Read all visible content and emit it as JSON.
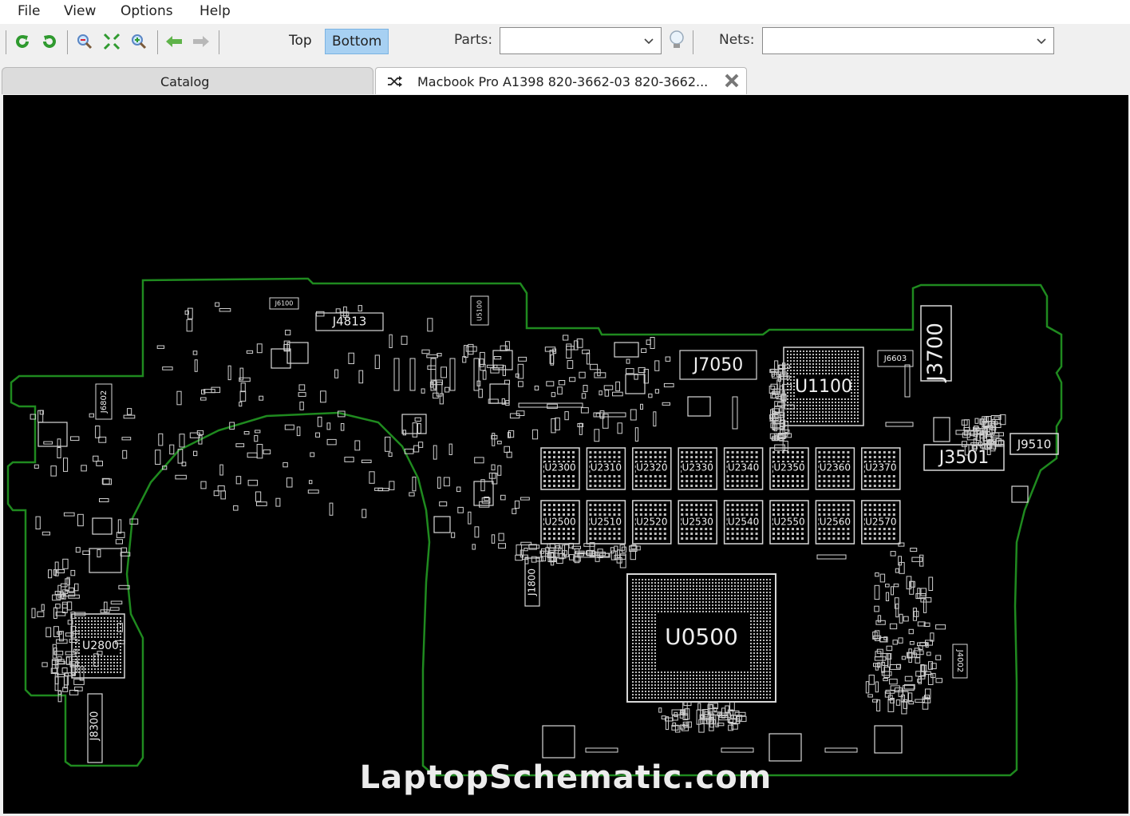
{
  "menu": {
    "file": "File",
    "view": "View",
    "options": "Options",
    "help": "Help"
  },
  "toolbar": {
    "top_label": "Top",
    "bottom_label": "Bottom",
    "parts_label": "Parts:",
    "parts_value": "",
    "nets_label": "Nets:",
    "nets_value": "",
    "icons": [
      "rotate-left-icon",
      "rotate-right-icon",
      "zoom-out-icon",
      "fit-view-icon",
      "zoom-in-icon",
      "back-arrow-icon",
      "forward-arrow-icon",
      "lightbulb-icon"
    ],
    "colors": {
      "green": "#3ca33c",
      "active_side": "#a7d0f2"
    }
  },
  "tabs": {
    "catalog": "Catalog",
    "board": "Macbook Pro A1398 820-3662-03 820-3662..."
  },
  "board": {
    "outline_color": "#1f8a1f",
    "chip_color": "#d8d8d8",
    "labels": {
      "j4813": "J4813",
      "j6100": "J6100",
      "u5100": "U5100",
      "j7050": "J7050",
      "u1100": "U1100",
      "j6603": "J6603",
      "j3700": "J3700",
      "j3501": "J3501",
      "j9510": "J9510",
      "j6802": "J6802",
      "u2800": "U2800",
      "j8300": "J8300",
      "j1800": "J1800",
      "u0500": "U0500",
      "j4002": "J4002",
      "mem_top": [
        "U2300",
        "U2310",
        "U2320",
        "U2330",
        "U2340",
        "U2350",
        "U2360",
        "U2370"
      ],
      "mem_bottom": [
        "U2500",
        "U2510",
        "U2520",
        "U2530",
        "U2540",
        "U2550",
        "U2560",
        "U2570"
      ]
    }
  },
  "watermark": "LaptopSchematic.com"
}
